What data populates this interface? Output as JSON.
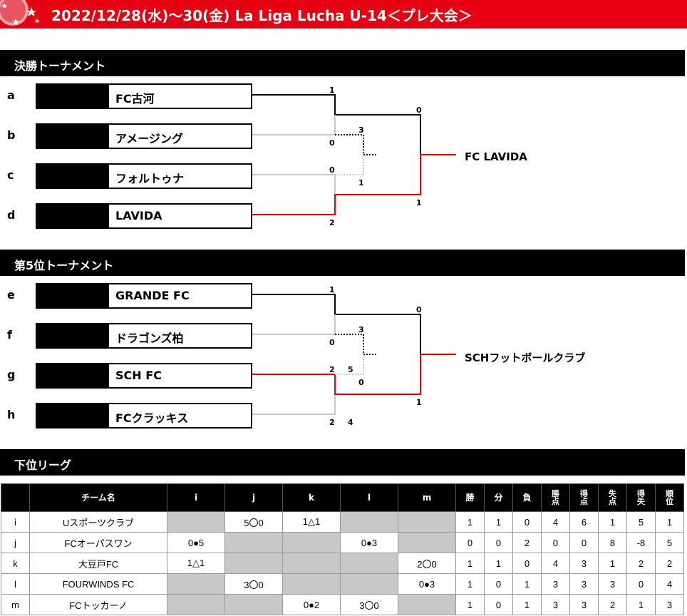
{
  "header": {
    "title": "2022/12/28(水)〜30(金) La Liga Lucha U-14＜プレ大会＞"
  },
  "final_tournament": {
    "heading": "決勝トーナメント",
    "slots": [
      {
        "letter": "a",
        "team": "FC古河"
      },
      {
        "letter": "b",
        "team": "アメージング"
      },
      {
        "letter": "c",
        "team": "フォルトゥナ"
      },
      {
        "letter": "d",
        "team": "LAVIDA"
      }
    ],
    "scores": {
      "a": "1",
      "b": "0",
      "c": "0",
      "d": "2",
      "bc_top": "3",
      "bc_bot": "1",
      "f_top": "0",
      "f_bot": "1"
    },
    "winner": "FC LAVIDA"
  },
  "fifth_tournament": {
    "heading": "第5位トーナメント",
    "slots": [
      {
        "letter": "e",
        "team": "GRANDE FC"
      },
      {
        "letter": "f",
        "team": "ドラゴンズ柏"
      },
      {
        "letter": "g",
        "team": "SCH FC"
      },
      {
        "letter": "h",
        "team": "FCクラッキス"
      }
    ],
    "scores": {
      "e": "1",
      "f": "0",
      "g": "2",
      "g_pk": "5",
      "h": "2",
      "h_pk": "4",
      "ef_top": "3",
      "ef_bot": "0",
      "f_top": "0",
      "f_bot": "1"
    },
    "winner": "SCHフットボールクラブ"
  },
  "league": {
    "heading": "下位リーグ",
    "headers": [
      "",
      "チーム名",
      "i",
      "j",
      "k",
      "l",
      "m",
      "勝",
      "分",
      "負",
      "勝点",
      "得点",
      "失点",
      "得失",
      "順位"
    ],
    "rows": [
      {
        "id": "i",
        "name": "Uスポーツクラブ",
        "cells": [
          "",
          "5〇0",
          "1△1",
          "",
          ""
        ],
        "stats": [
          "1",
          "1",
          "0",
          "4",
          "6",
          "1",
          "5",
          "1"
        ]
      },
      {
        "id": "j",
        "name": "FCオーパスワン",
        "cells": [
          "0●5",
          "",
          "",
          "0●3",
          ""
        ],
        "stats": [
          "0",
          "0",
          "2",
          "0",
          "0",
          "8",
          "-8",
          "5"
        ]
      },
      {
        "id": "k",
        "name": "大豆戸FC",
        "cells": [
          "1△1",
          "",
          "",
          "",
          "2〇0"
        ],
        "stats": [
          "1",
          "1",
          "0",
          "4",
          "3",
          "1",
          "2",
          "2"
        ]
      },
      {
        "id": "l",
        "name": "FOURWINDS FC",
        "cells": [
          "",
          "3〇0",
          "",
          "",
          "0●3"
        ],
        "stats": [
          "1",
          "0",
          "1",
          "3",
          "3",
          "3",
          "0",
          "4"
        ]
      },
      {
        "id": "m",
        "name": "FCトッカーノ",
        "cells": [
          "",
          "",
          "0●2",
          "3〇0",
          ""
        ],
        "stats": [
          "1",
          "0",
          "1",
          "3",
          "3",
          "2",
          "1",
          "3"
        ]
      }
    ]
  },
  "colors": {
    "accent": "#e60012",
    "header_bg": "#000000",
    "loser_line": "#c8c8c8",
    "cell_gray": "#c8c8c8"
  }
}
